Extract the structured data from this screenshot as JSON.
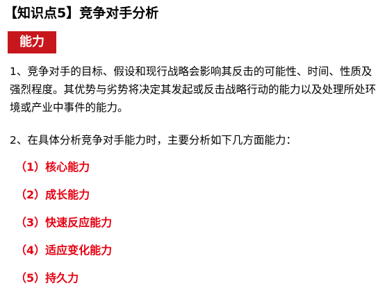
{
  "title": "【知识点5】竞争对手分析",
  "badge": {
    "label": "能力",
    "color": "#c8161d"
  },
  "paragraphs": [
    "1、竞争对手的目标、假设和现行战略会影响其反击的可能性、时间、性质及强烈程度。其优势与劣势将决定其发起或反击战略行动的能力以及处理所处环境或产业中事件的能力。",
    "2、在具体分析竞争对手能力时，主要分析如下几方面能力："
  ],
  "abilities": [
    "（1）核心能力",
    "（2）成长能力",
    "（3）快速反应能力",
    "（4）适应变化能力",
    "（5）持久力"
  ],
  "colors": {
    "ability_text": "#e60012",
    "body_text": "#000000"
  }
}
